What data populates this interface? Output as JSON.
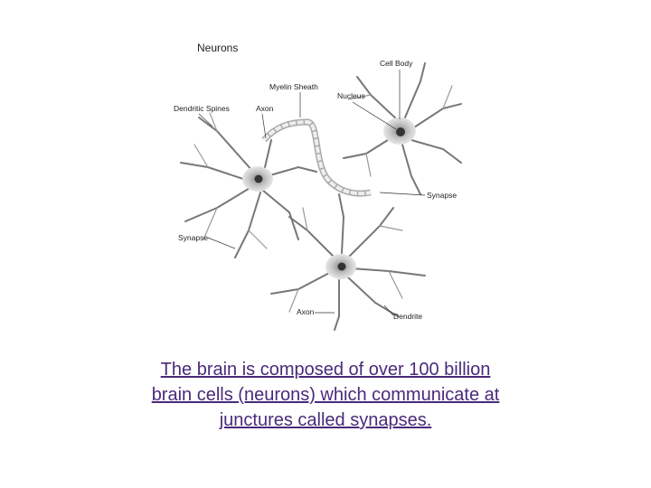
{
  "diagram": {
    "title": "Neurons",
    "labels": {
      "cell_body": "Cell Body",
      "myelin_sheath": "Myelin Sheath",
      "nucleus": "Nucleus",
      "dendritic_spines": "Dendritic Spines",
      "axon_top": "Axon",
      "synapse_right": "Synapse",
      "synapse_left": "Synapse",
      "axon_bottom": "Axon",
      "dendrite": "Dendrite"
    }
  },
  "caption": {
    "line1": "The brain is composed of over 100 billion",
    "line2": "brain cells (neurons) which communicate at",
    "line3": "junctures called synapses."
  }
}
